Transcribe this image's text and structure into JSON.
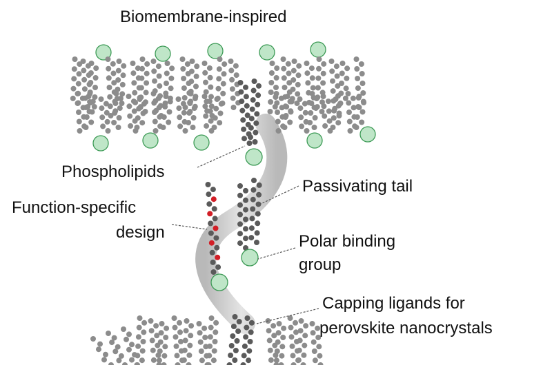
{
  "title": "Biomembrane-inspired",
  "labels": {
    "phospholipids": "Phospholipids",
    "passivating_tail": "Passivating tail",
    "function_specific_1": "Function-specific",
    "function_specific_2": "design",
    "polar_binding_1": "Polar binding",
    "polar_binding_2": "group",
    "capping_1": "Capping ligands for",
    "capping_2": "perovskite nanocrystals"
  },
  "colors": {
    "bead_light": "#8c8c8c",
    "bead_dark": "#5a5a5a",
    "head_fill": "#bfe6c8",
    "head_stroke": "#3c9a55",
    "functional_bead": "#d21e26",
    "ribbon": "#c8c8c8",
    "text": "#111111"
  }
}
